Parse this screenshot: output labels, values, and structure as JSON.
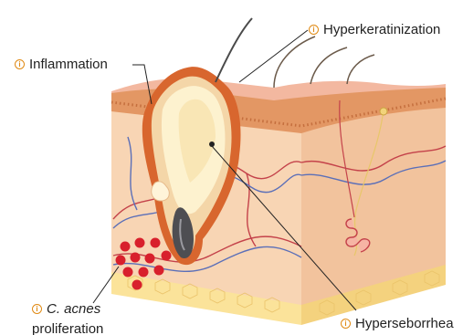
{
  "labels": {
    "hyperkeratinization": "Hyperkeratinization",
    "inflammation": "Inflammation",
    "c_acnes_name": "C. acnes",
    "c_acnes_suffix": "proliferation",
    "hyperseborrhea": "Hyperseborrhea"
  },
  "icons": {
    "info": "info-circle-icon",
    "info_glyph": "i"
  },
  "colors": {
    "icon_accent": "#e08a14",
    "label_text": "#222222",
    "epidermis": "#e8a06a",
    "dermis": "#f7d2b0",
    "subcutis": "#fbe7a6",
    "inflammation_rim": "#d8662e",
    "sebum": "#fdf2cf",
    "bacteria": "#d8202c",
    "vessel_red": "#c4424a",
    "vessel_blue": "#5b6fb8",
    "hair": "#4a4a4a"
  }
}
